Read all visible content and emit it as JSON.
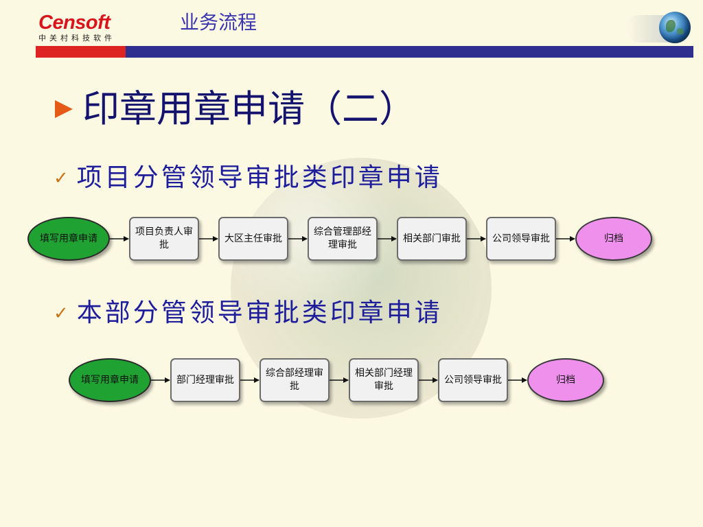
{
  "header": {
    "logo_text": "Censoft",
    "logo_sub": "中关村科技软件",
    "title": "业务流程"
  },
  "main_title": "印章用章申请（二）",
  "flow1": {
    "heading": "项目分管领导审批类印章申请",
    "nodes": [
      "填写用章申请",
      "项目负责人审批",
      "大区主任审批",
      "综合管理部经理审批",
      "相关部门审批",
      "公司领导审批",
      "归档"
    ]
  },
  "flow2": {
    "heading": "本部分管领导审批类印章申请",
    "nodes": [
      "填写用章申请",
      "部门经理审批",
      "综合部经理审批",
      "相关部门经理审批",
      "公司领导审批",
      "归档"
    ]
  },
  "colors": {
    "start": "#1fa231",
    "step": "#f1f1f1",
    "end": "#ee90ec",
    "brand_red": "#de2422",
    "brand_blue": "#2e2f8f"
  }
}
